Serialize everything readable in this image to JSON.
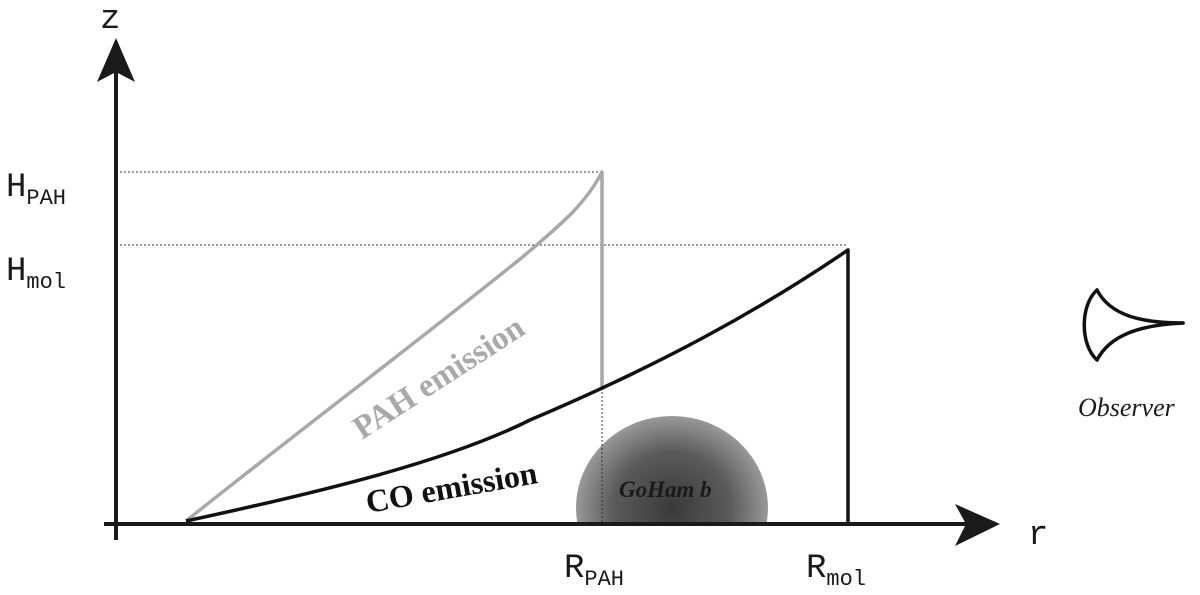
{
  "axes": {
    "z_label": "z",
    "r_label": "r"
  },
  "heights": {
    "pah": {
      "main": "H",
      "sub": "PAH"
    },
    "mol": {
      "main": "H",
      "sub": "mol"
    }
  },
  "radii": {
    "pah": {
      "main": "R",
      "sub": "PAH"
    },
    "mol": {
      "main": "R",
      "sub": "mol"
    }
  },
  "regions": {
    "pah_emission": "PAH emission",
    "co_emission": "CO emission",
    "planet": "GoHam b"
  },
  "observer": {
    "label": "Observer",
    "icon": "eye-icon"
  },
  "colors": {
    "axis": "#1a1a1a",
    "pah_profile": "#a9a9a9",
    "mol_profile": "#111111",
    "planet_center": "#3c3c3c",
    "planet_edge": "#9a9a9a"
  }
}
